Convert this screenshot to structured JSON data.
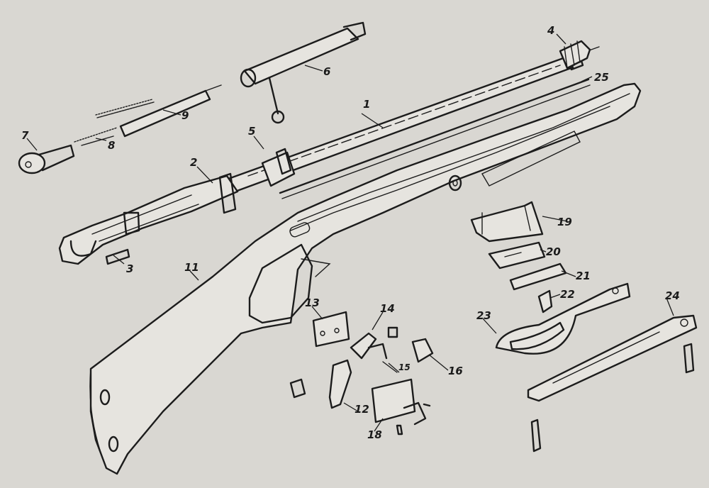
{
  "figure": {
    "background_color": "#d9d7d2",
    "ink_color": "#1c1c1c",
    "callouts": [
      {
        "id": "1",
        "text": "1"
      },
      {
        "id": "2",
        "text": "2"
      },
      {
        "id": "3",
        "text": "3"
      },
      {
        "id": "4",
        "text": "4"
      },
      {
        "id": "5",
        "text": "5"
      },
      {
        "id": "6",
        "text": "6"
      },
      {
        "id": "7",
        "text": "7"
      },
      {
        "id": "8",
        "text": "8"
      },
      {
        "id": "9",
        "text": "9"
      },
      {
        "id": "11",
        "text": "11"
      },
      {
        "id": "12",
        "text": "12"
      },
      {
        "id": "13",
        "text": "13"
      },
      {
        "id": "14",
        "text": "14"
      },
      {
        "id": "15",
        "text": "15"
      },
      {
        "id": "16",
        "text": "16"
      },
      {
        "id": "18",
        "text": "18"
      },
      {
        "id": "19",
        "text": "19"
      },
      {
        "id": "20",
        "text": "20"
      },
      {
        "id": "21",
        "text": "21"
      },
      {
        "id": "22",
        "text": "22"
      },
      {
        "id": "23",
        "text": "23"
      },
      {
        "id": "24",
        "text": "24"
      },
      {
        "id": "25",
        "text": "25"
      }
    ]
  }
}
